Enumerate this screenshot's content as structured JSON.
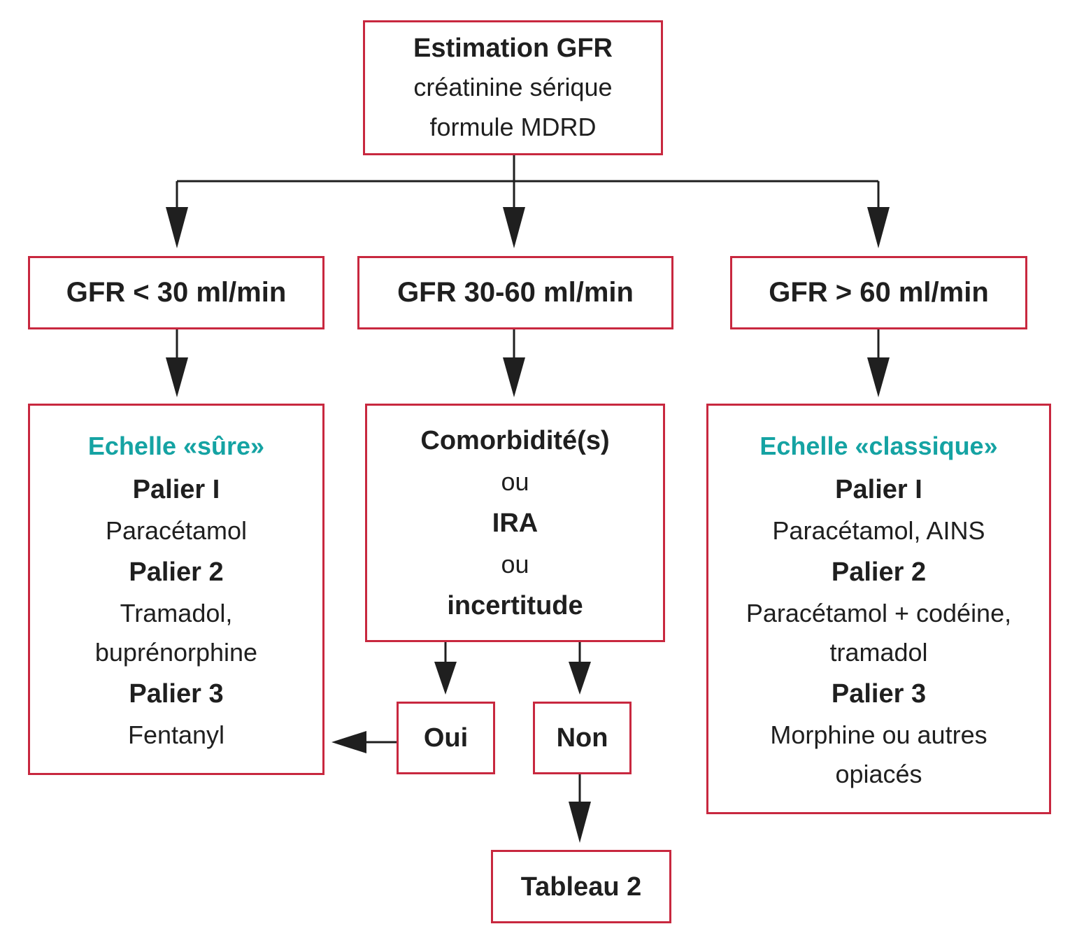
{
  "root": {
    "title": "Estimation GFR",
    "line2": "créatinine sérique",
    "line3": "formule MDRD"
  },
  "branches": {
    "low": "GFR < 30 ml/min",
    "mid": "GFR 30-60 ml/min",
    "high": "GFR > 60 ml/min"
  },
  "safe_scale": {
    "title": "Echelle «sûre»",
    "step1_label": "Palier I",
    "step1_drugs": "Paracétamol",
    "step2_label": "Palier 2",
    "step2_drugs_l1": "Tramadol,",
    "step2_drugs_l2": "buprénorphine",
    "step3_label": "Palier 3",
    "step3_drugs": "Fentanyl"
  },
  "conditions": {
    "line1": "Comorbidité(s)",
    "line2": "ou",
    "line3": "IRA",
    "line4": "ou",
    "line5": "incertitude"
  },
  "yes_label": "Oui",
  "no_label": "Non",
  "table_ref": "Tableau 2",
  "classic_scale": {
    "title": "Echelle «classique»",
    "step1_label": "Palier I",
    "step1_drugs": "Paracétamol, AINS",
    "step2_label": "Palier 2",
    "step2_drugs_l1": "Paracétamol + codéine,",
    "step2_drugs_l2": "tramadol",
    "step3_label": "Palier 3",
    "step3_drugs_l1": "Morphine ou autres",
    "step3_drugs_l2": "opiacés"
  },
  "colors": {
    "box_border": "#c8283f",
    "accent": "#15a3a3",
    "text": "#1f1f1f"
  }
}
